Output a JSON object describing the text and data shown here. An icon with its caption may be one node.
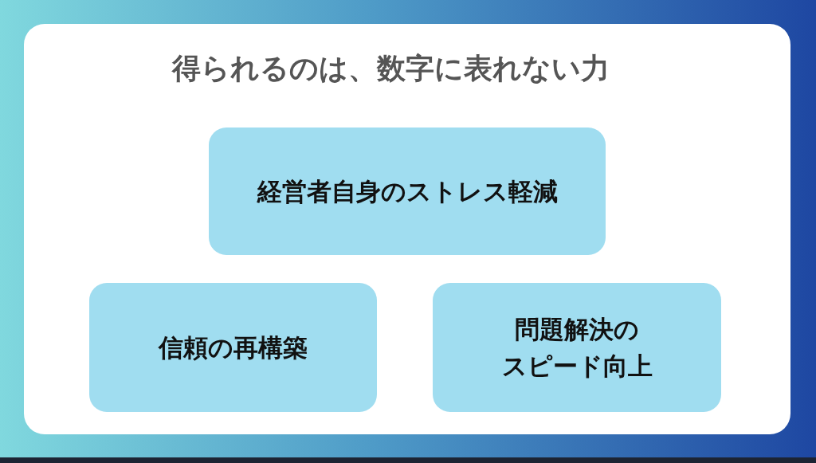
{
  "diagram": {
    "title": "得られるのは、数字に表れない力",
    "nodes": [
      {
        "text": [
          "経営者自身のストレス軽減"
        ]
      },
      {
        "text": [
          "信頼の再構築"
        ]
      },
      {
        "text": [
          "問題解決のスピード向上"
        ]
      }
    ]
  }
}
